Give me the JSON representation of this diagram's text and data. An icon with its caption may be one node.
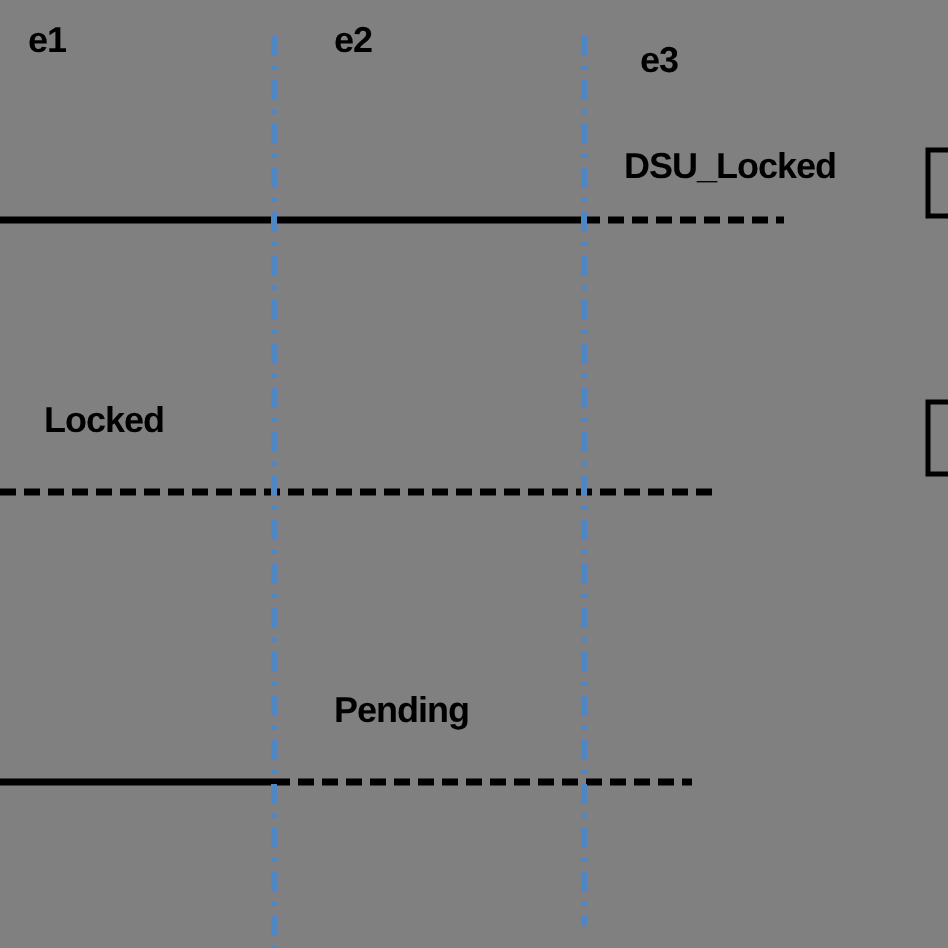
{
  "diagram": {
    "labels": [
      "e1",
      "e2",
      "e3",
      "DSU_Locked",
      "Locked",
      "Pending"
    ]
  }
}
